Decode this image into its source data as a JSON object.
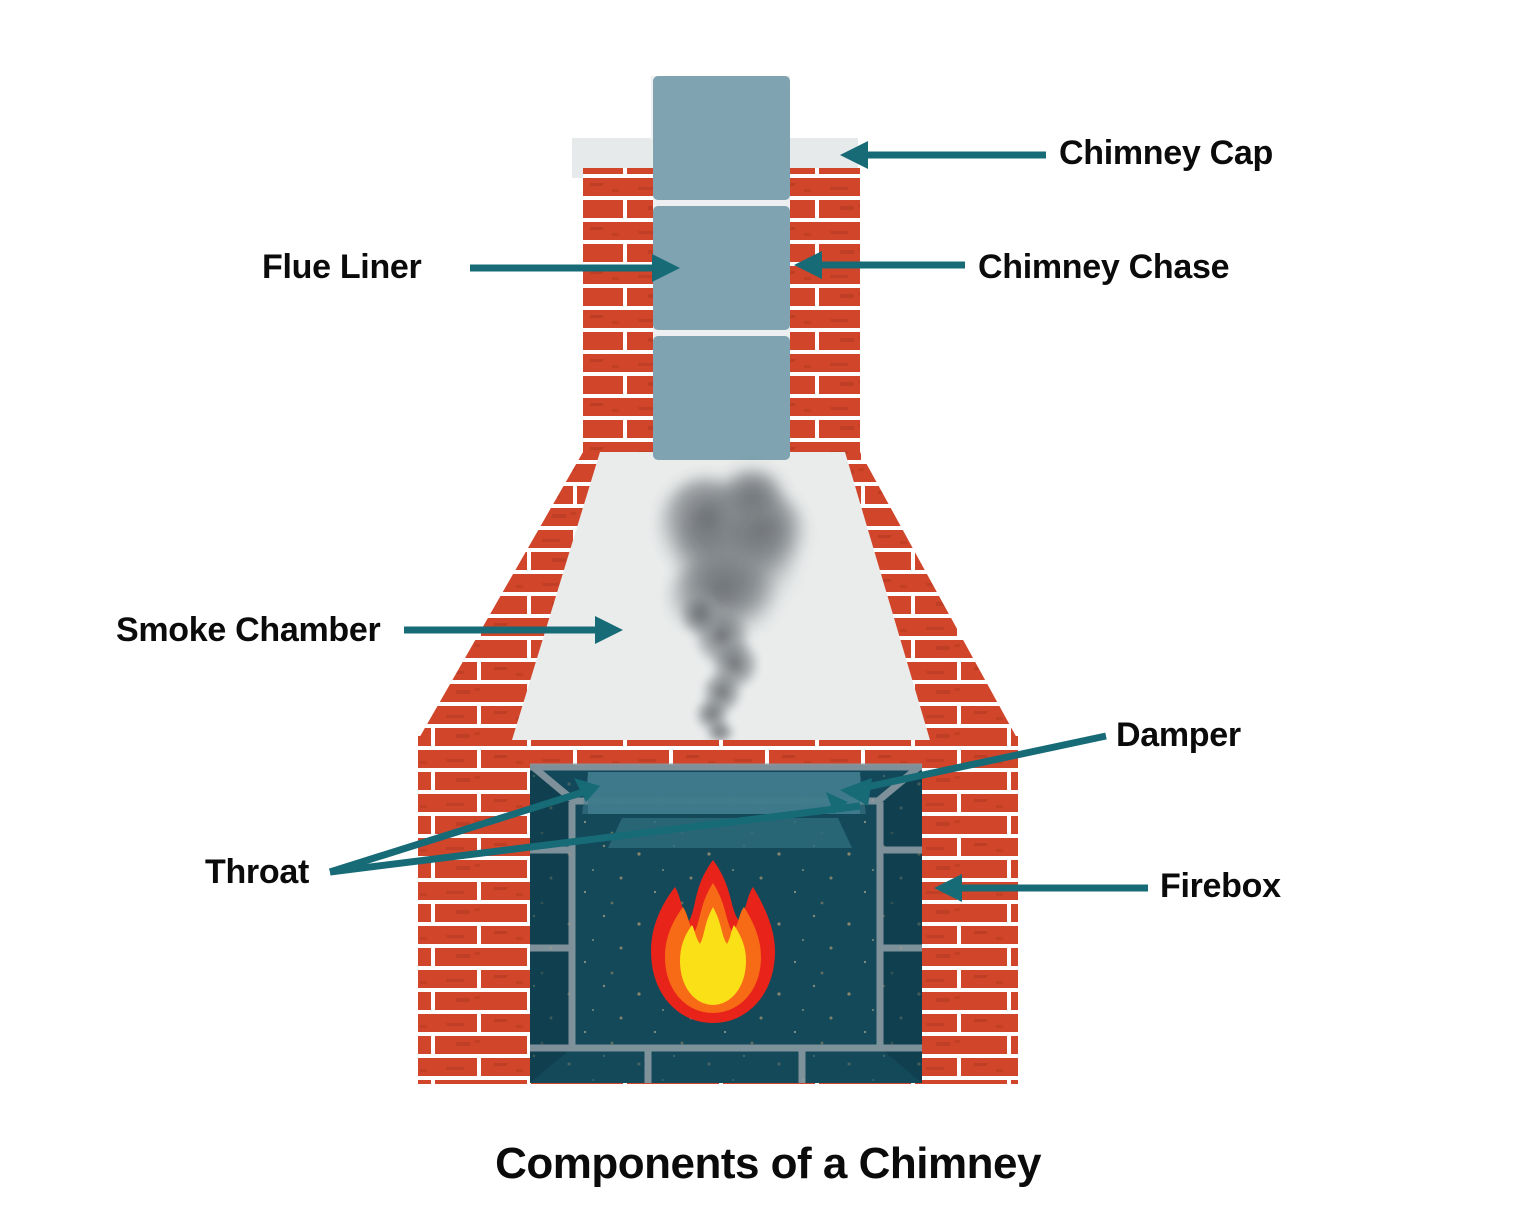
{
  "title": "Components of a Chimney",
  "colors": {
    "brick": "#D1452A",
    "brick_dark": "#B33A22",
    "mortar": "#FFFFFF",
    "flue_liner": "#7FA3B0",
    "chimney_cap": "#E7EAEB",
    "smoke_chamber": "#EAECEC",
    "firebox_interior": "#14495A",
    "firebox_mortar": "#8A9AA3",
    "damper": "#3F7C8C",
    "throat": "#2D6B7A",
    "arrow": "#166B77",
    "text": "#0B0B0B",
    "smoke": "#6E7276",
    "flame_outer": "#E8231A",
    "flame_mid": "#F76A16",
    "flame_core": "#FAE017"
  },
  "labels": {
    "chimney_cap": "Chimney Cap",
    "chimney_chase": "Chimney Chase",
    "flue_liner": "Flue Liner",
    "smoke_chamber": "Smoke Chamber",
    "damper": "Damper",
    "throat": "Throat",
    "firebox": "Firebox"
  },
  "parts": [
    {
      "name": "chimney-cap",
      "label": "Chimney Cap",
      "pointer": "arrow-left",
      "target": "cap slab top of stack"
    },
    {
      "name": "chimney-chase",
      "label": "Chimney Chase",
      "pointer": "arrow-left",
      "target": "brick exterior of stack"
    },
    {
      "name": "flue-liner",
      "label": "Flue Liner",
      "pointer": "arrow-right",
      "target": "stacked liner blocks"
    },
    {
      "name": "smoke-chamber",
      "label": "Smoke Chamber",
      "pointer": "arrow-right",
      "target": "tapered chamber above firebox"
    },
    {
      "name": "damper",
      "label": "Damper",
      "pointer": "arrow-left",
      "target": "damper plate in firebox top"
    },
    {
      "name": "throat",
      "label": "Throat",
      "pointer": "two-lines",
      "target": "throat opening above damper"
    },
    {
      "name": "firebox",
      "label": "Firebox",
      "pointer": "arrow-left",
      "target": "firebox chamber"
    }
  ],
  "flue_liner_blocks": 3
}
